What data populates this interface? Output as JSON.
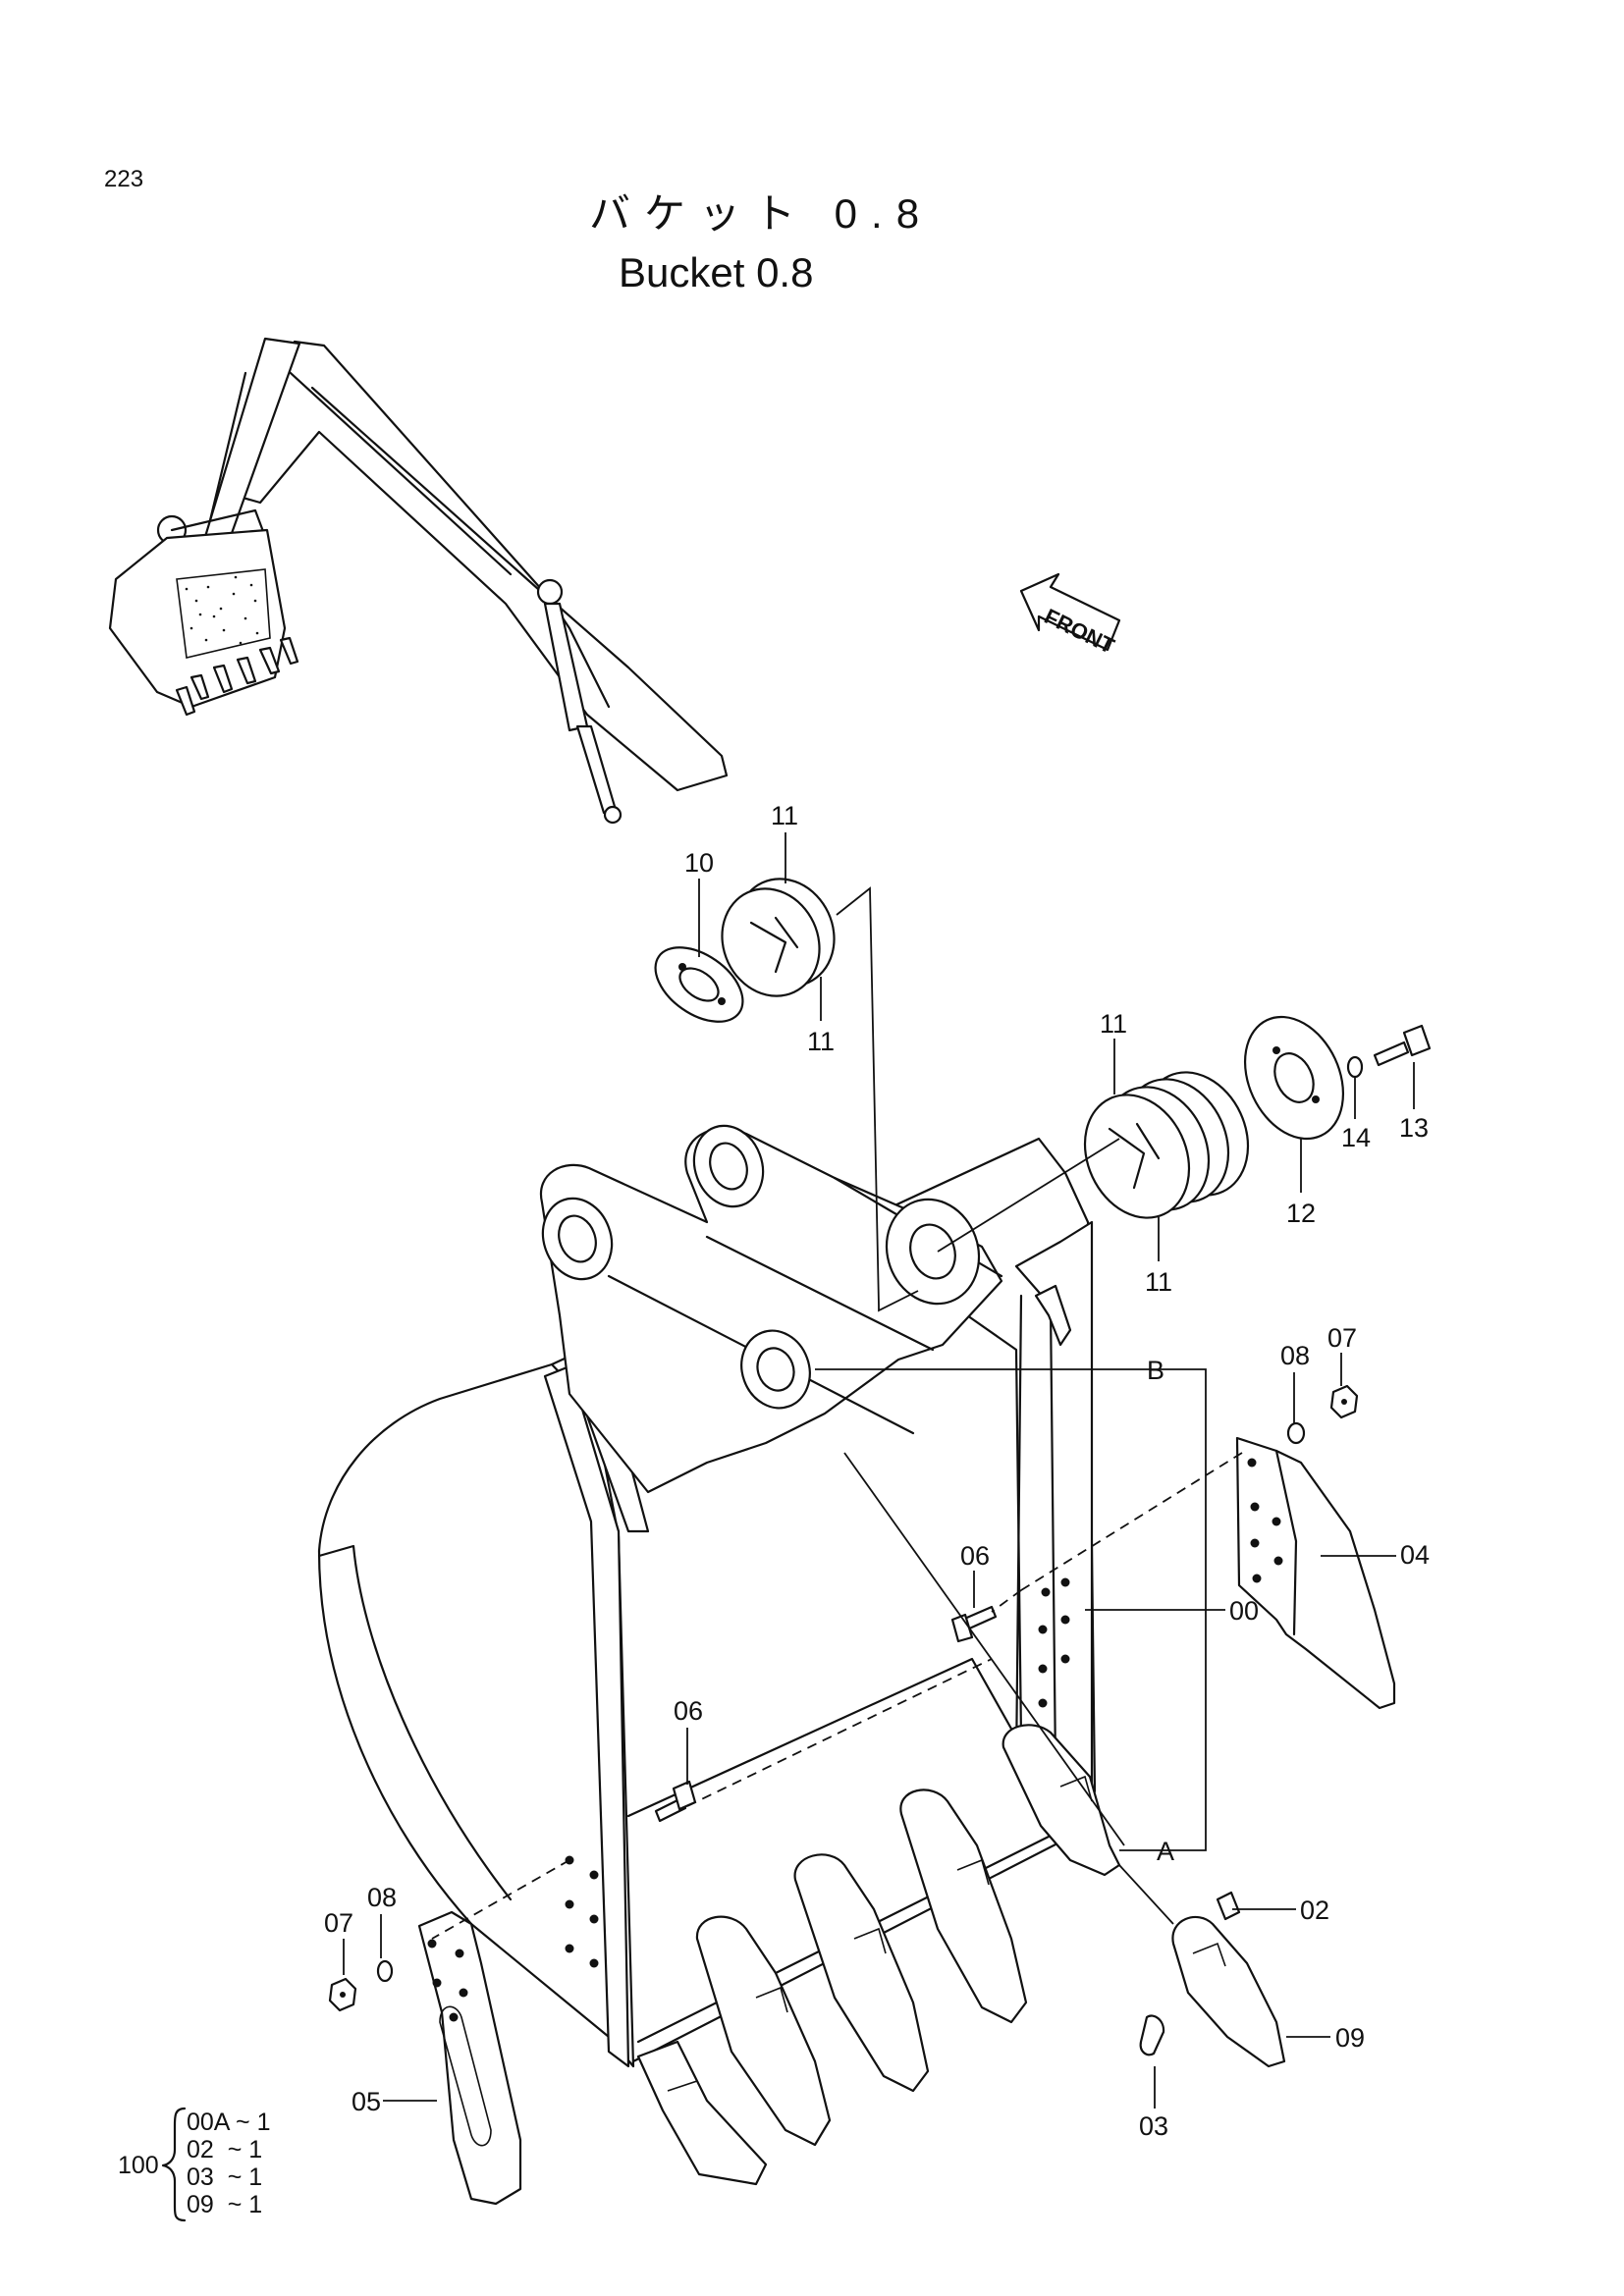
{
  "page": {
    "number": "223"
  },
  "title": {
    "japanese": "バケット 0.8",
    "english": "Bucket 0.8"
  },
  "front_label": "FRONT",
  "callouts": {
    "c10": "10",
    "c11_top": "11",
    "c11_mid": "11",
    "c11_right_top": "11",
    "c11_right_bottom": "11",
    "c12": "12",
    "c13": "13",
    "c14": "14",
    "c07_right": "07",
    "c08_right": "08",
    "c04": "04",
    "c06_right": "06",
    "c00": "00",
    "c06_left": "06",
    "cB": "B",
    "cA": "A",
    "c02": "02",
    "c09": "09",
    "c03": "03",
    "c07_left": "07",
    "c08_left": "08",
    "c05": "05"
  },
  "assembly_set": {
    "number": "100",
    "lines": [
      "00A ~ 1",
      "02  ~ 1",
      "03  ~ 1",
      "09  ~ 1"
    ]
  }
}
